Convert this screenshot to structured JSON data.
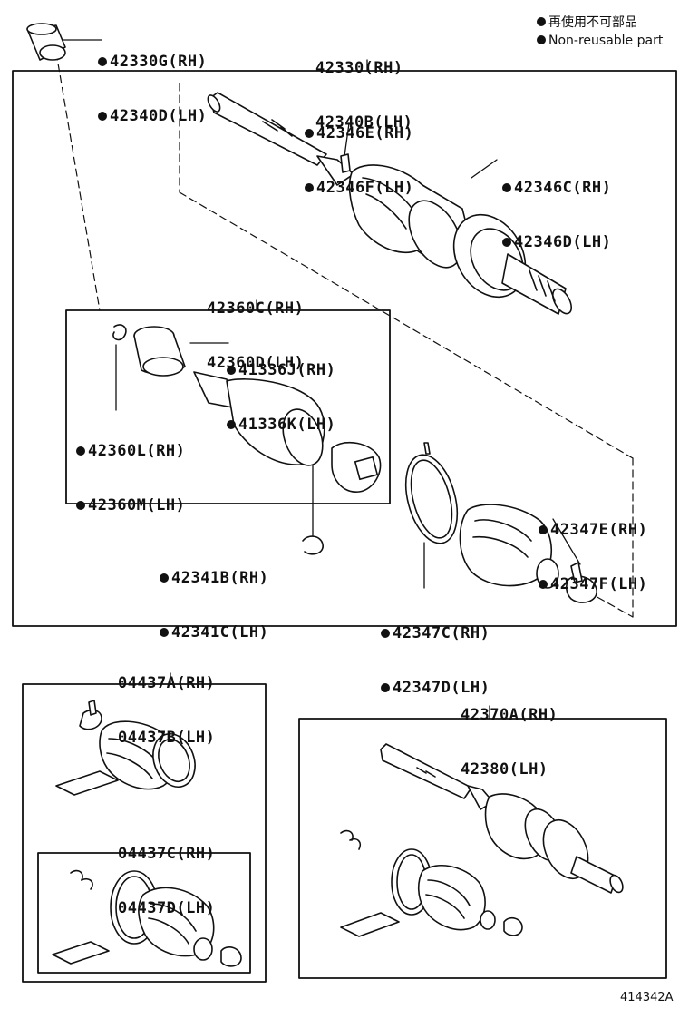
{
  "legend": {
    "jp": "再使用不可部品",
    "en": "Non-reusable part"
  },
  "labels": {
    "boot_42330g": [
      "42330G(RH)",
      "42340D(LH)"
    ],
    "shaft_main": [
      "42330(RH)",
      "42340B(LH)"
    ],
    "clamp_42346e": [
      "42346E(RH)",
      "42346F(LH)"
    ],
    "clamp_42346c": [
      "42346C(RH)",
      "42346D(LH)"
    ],
    "joint_42360c": [
      "42360C(RH)",
      "42360D(LH)"
    ],
    "seal_41336j": [
      "41336J(RH)",
      "41336K(LH)"
    ],
    "ring_42360l": [
      "42360L(RH)",
      "42360M(LH)"
    ],
    "ring_42341b": [
      "42341B(RH)",
      "42341C(LH)"
    ],
    "clamp_42347e": [
      "42347E(RH)",
      "42347F(LH)"
    ],
    "clamp_42347c": [
      "42347C(RH)",
      "42347D(LH)"
    ],
    "kit_04437a": [
      "04437A(RH)",
      "04437B(LH)"
    ],
    "kit_04437c": [
      "04437C(RH)",
      "04437D(LH)"
    ],
    "shaft_42370a": [
      "42370A(RH)",
      "42380(LH)"
    ]
  },
  "figure_ref": "414342A"
}
